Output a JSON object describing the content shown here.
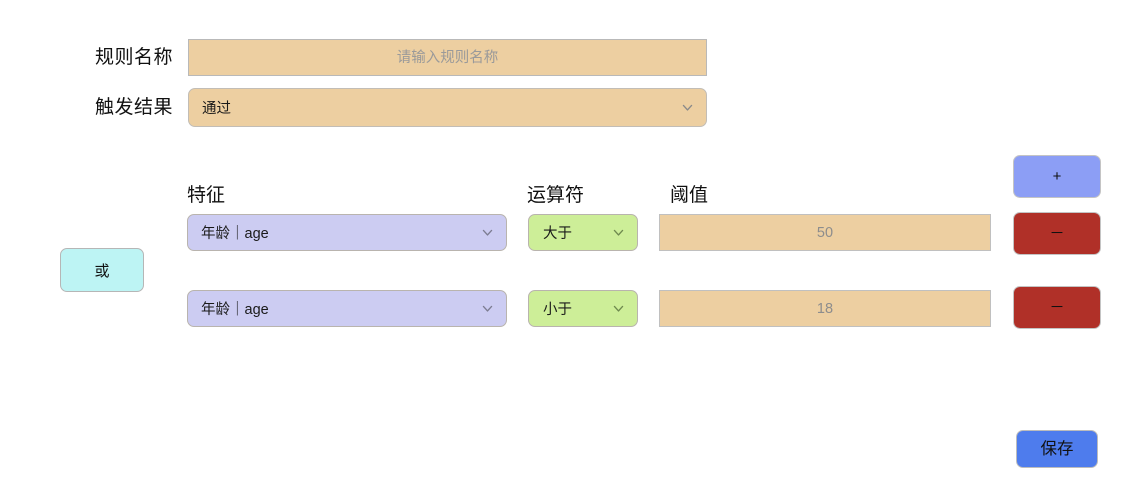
{
  "form": {
    "rule_name": {
      "label": "规则名称",
      "value": "",
      "placeholder": "请输入规则名称"
    },
    "trigger_result": {
      "label": "触发结果",
      "value": "通过",
      "chevron_icon": "chevron-down-icon"
    }
  },
  "conditions": {
    "logic_operator": "或",
    "headers": {
      "feature": "特征",
      "operator": "运算符",
      "threshold": "阈值"
    },
    "rows": [
      {
        "feature": "年龄｜age",
        "operator": "大于",
        "threshold_value": "",
        "threshold_placeholder": "50",
        "remove_label": "－"
      },
      {
        "feature": "年龄｜age",
        "operator": "小于",
        "threshold_value": "",
        "threshold_placeholder": "18",
        "remove_label": "－"
      }
    ]
  },
  "actions": {
    "add_label": "+",
    "save_label": "保存"
  },
  "colors": {
    "input_fill": "#edcfa1",
    "feature_fill": "#ccccf2",
    "operator_fill": "#cdee98",
    "logic_fill": "#bdf4f4",
    "add_button": "#8c9ef5",
    "remove_button": "#b03028",
    "save_button": "#4e7ced",
    "page_background": "#ffffff"
  }
}
